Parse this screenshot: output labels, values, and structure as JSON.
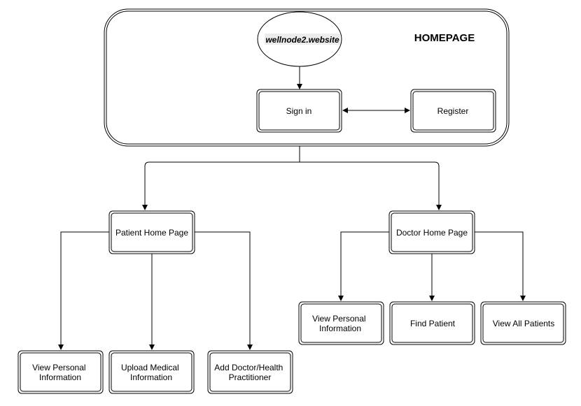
{
  "homepage": {
    "title": "HOMEPAGE",
    "site": "wellnode2.website",
    "sign_in": "Sign in",
    "register": "Register"
  },
  "patient": {
    "home": "Patient Home Page",
    "view_info": [
      "View Personal",
      "Information"
    ],
    "upload": [
      "Upload Medical",
      "Information"
    ],
    "add_doctor": [
      "Add Doctor/Health",
      "Practitioner"
    ]
  },
  "doctor": {
    "home": "Doctor Home Page",
    "view_info": [
      "View Personal",
      "Information"
    ],
    "find_patient": "Find Patient",
    "view_all": "View All Patients"
  },
  "colors": {
    "stroke": "#000000",
    "fill": "#ffffff",
    "site_highlight": "#ececec"
  }
}
